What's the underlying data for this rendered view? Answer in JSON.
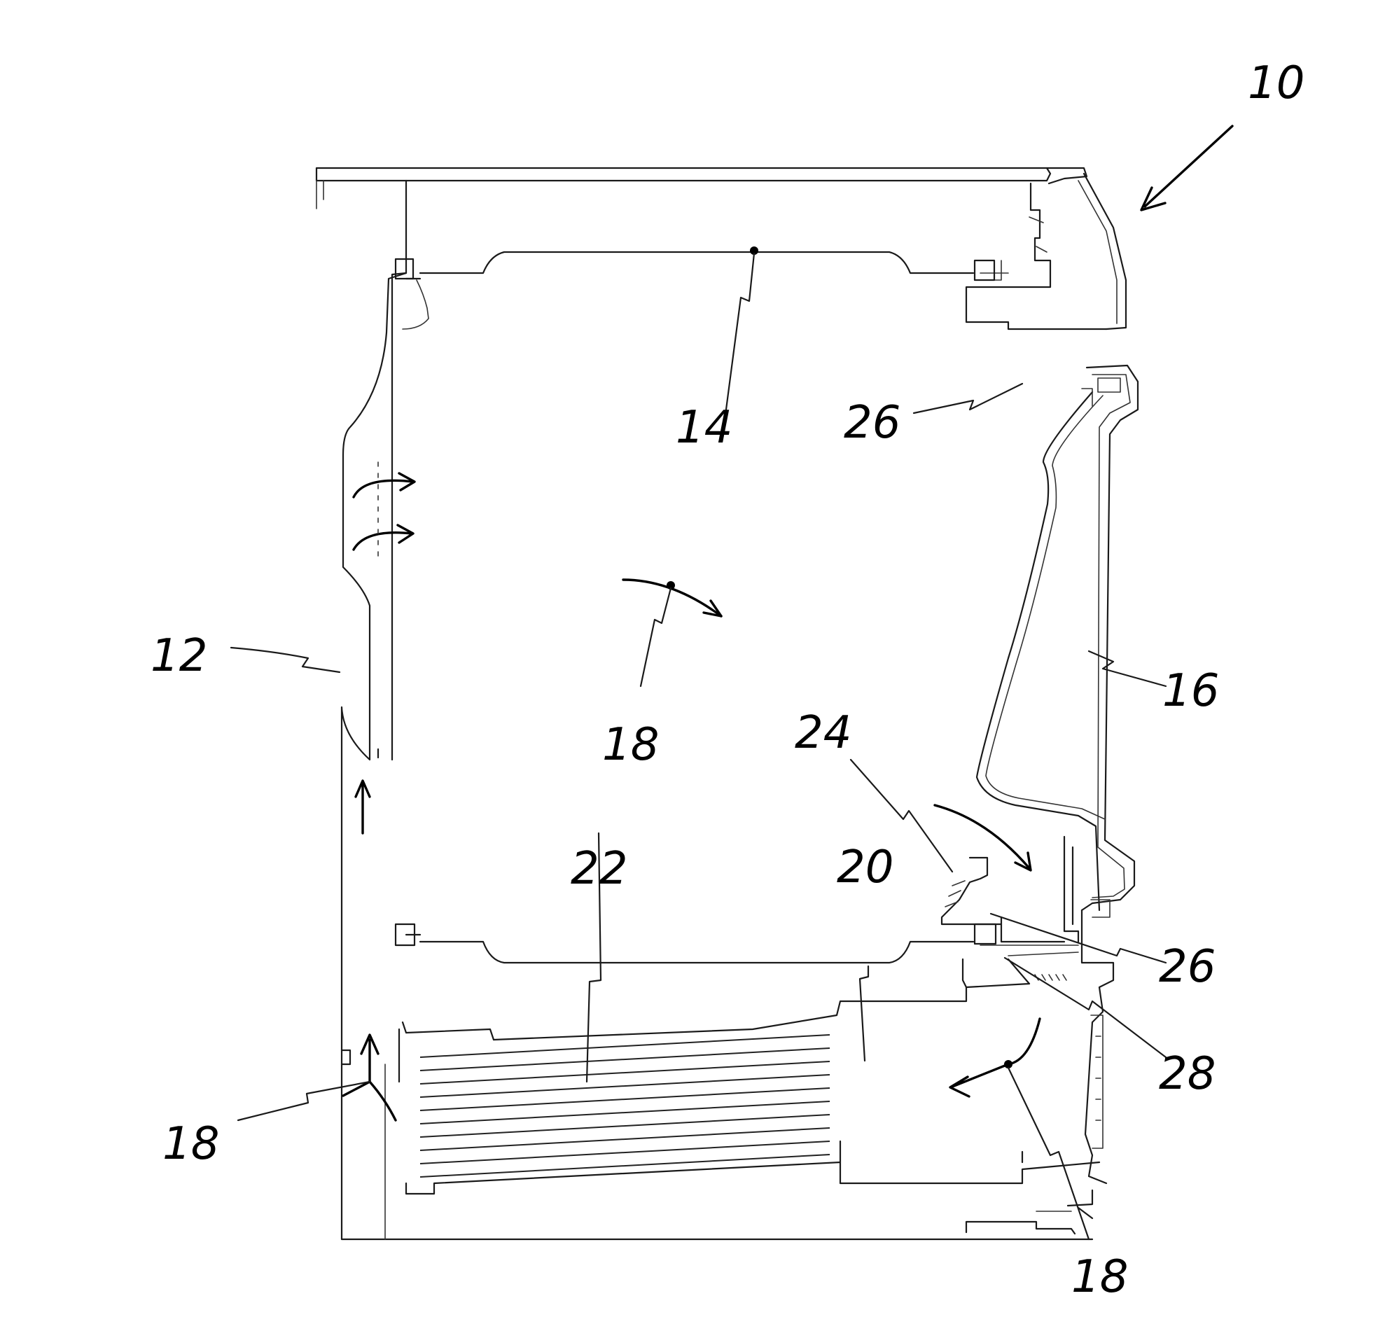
{
  "figure": {
    "reference_numerals": {
      "ref_10": "10",
      "ref_12": "12",
      "ref_14": "14",
      "ref_16": "16",
      "ref_18_center": "18",
      "ref_18_left": "18",
      "ref_18_bottom": "18",
      "ref_20": "20",
      "ref_22": "22",
      "ref_24": "24",
      "ref_26_top": "26",
      "ref_26_bottom": "26",
      "ref_28": "28"
    },
    "heat_exchanger_fin_count": 10,
    "colors": {
      "line": "#1a1a1a",
      "background": "#ffffff"
    }
  }
}
